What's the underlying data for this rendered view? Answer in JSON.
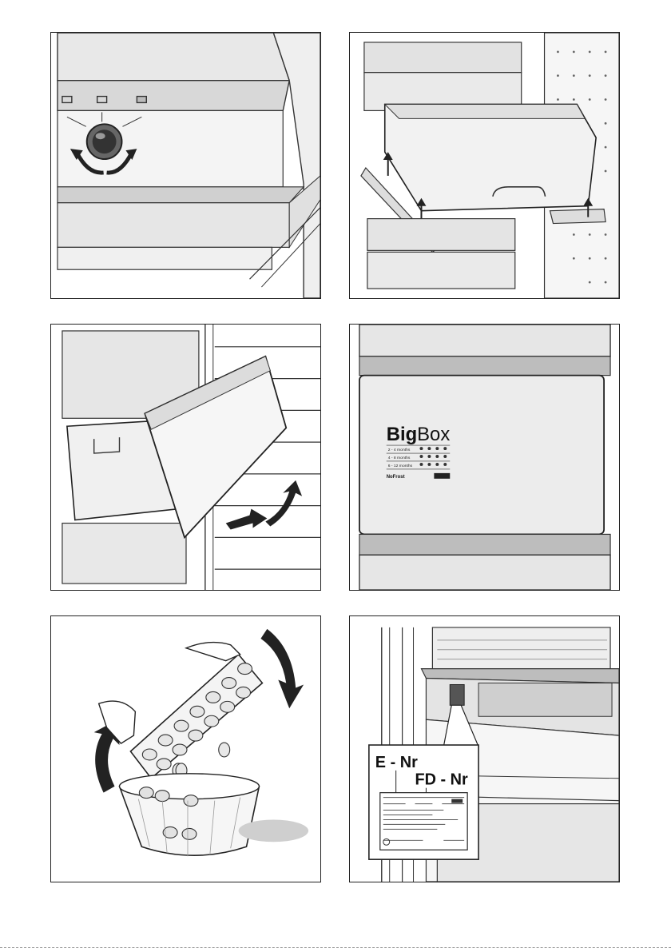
{
  "bigbox_panel": {
    "brand_bold": "Big",
    "brand_light": "Box",
    "storage_rows": [
      "2 - 4 months",
      "4 - 8 months",
      "6 - 12 months"
    ],
    "nofrost_label": "NoFrost"
  },
  "rating_panel": {
    "e_nr_label": "E - Nr",
    "fd_nr_label": "FD - Nr"
  }
}
